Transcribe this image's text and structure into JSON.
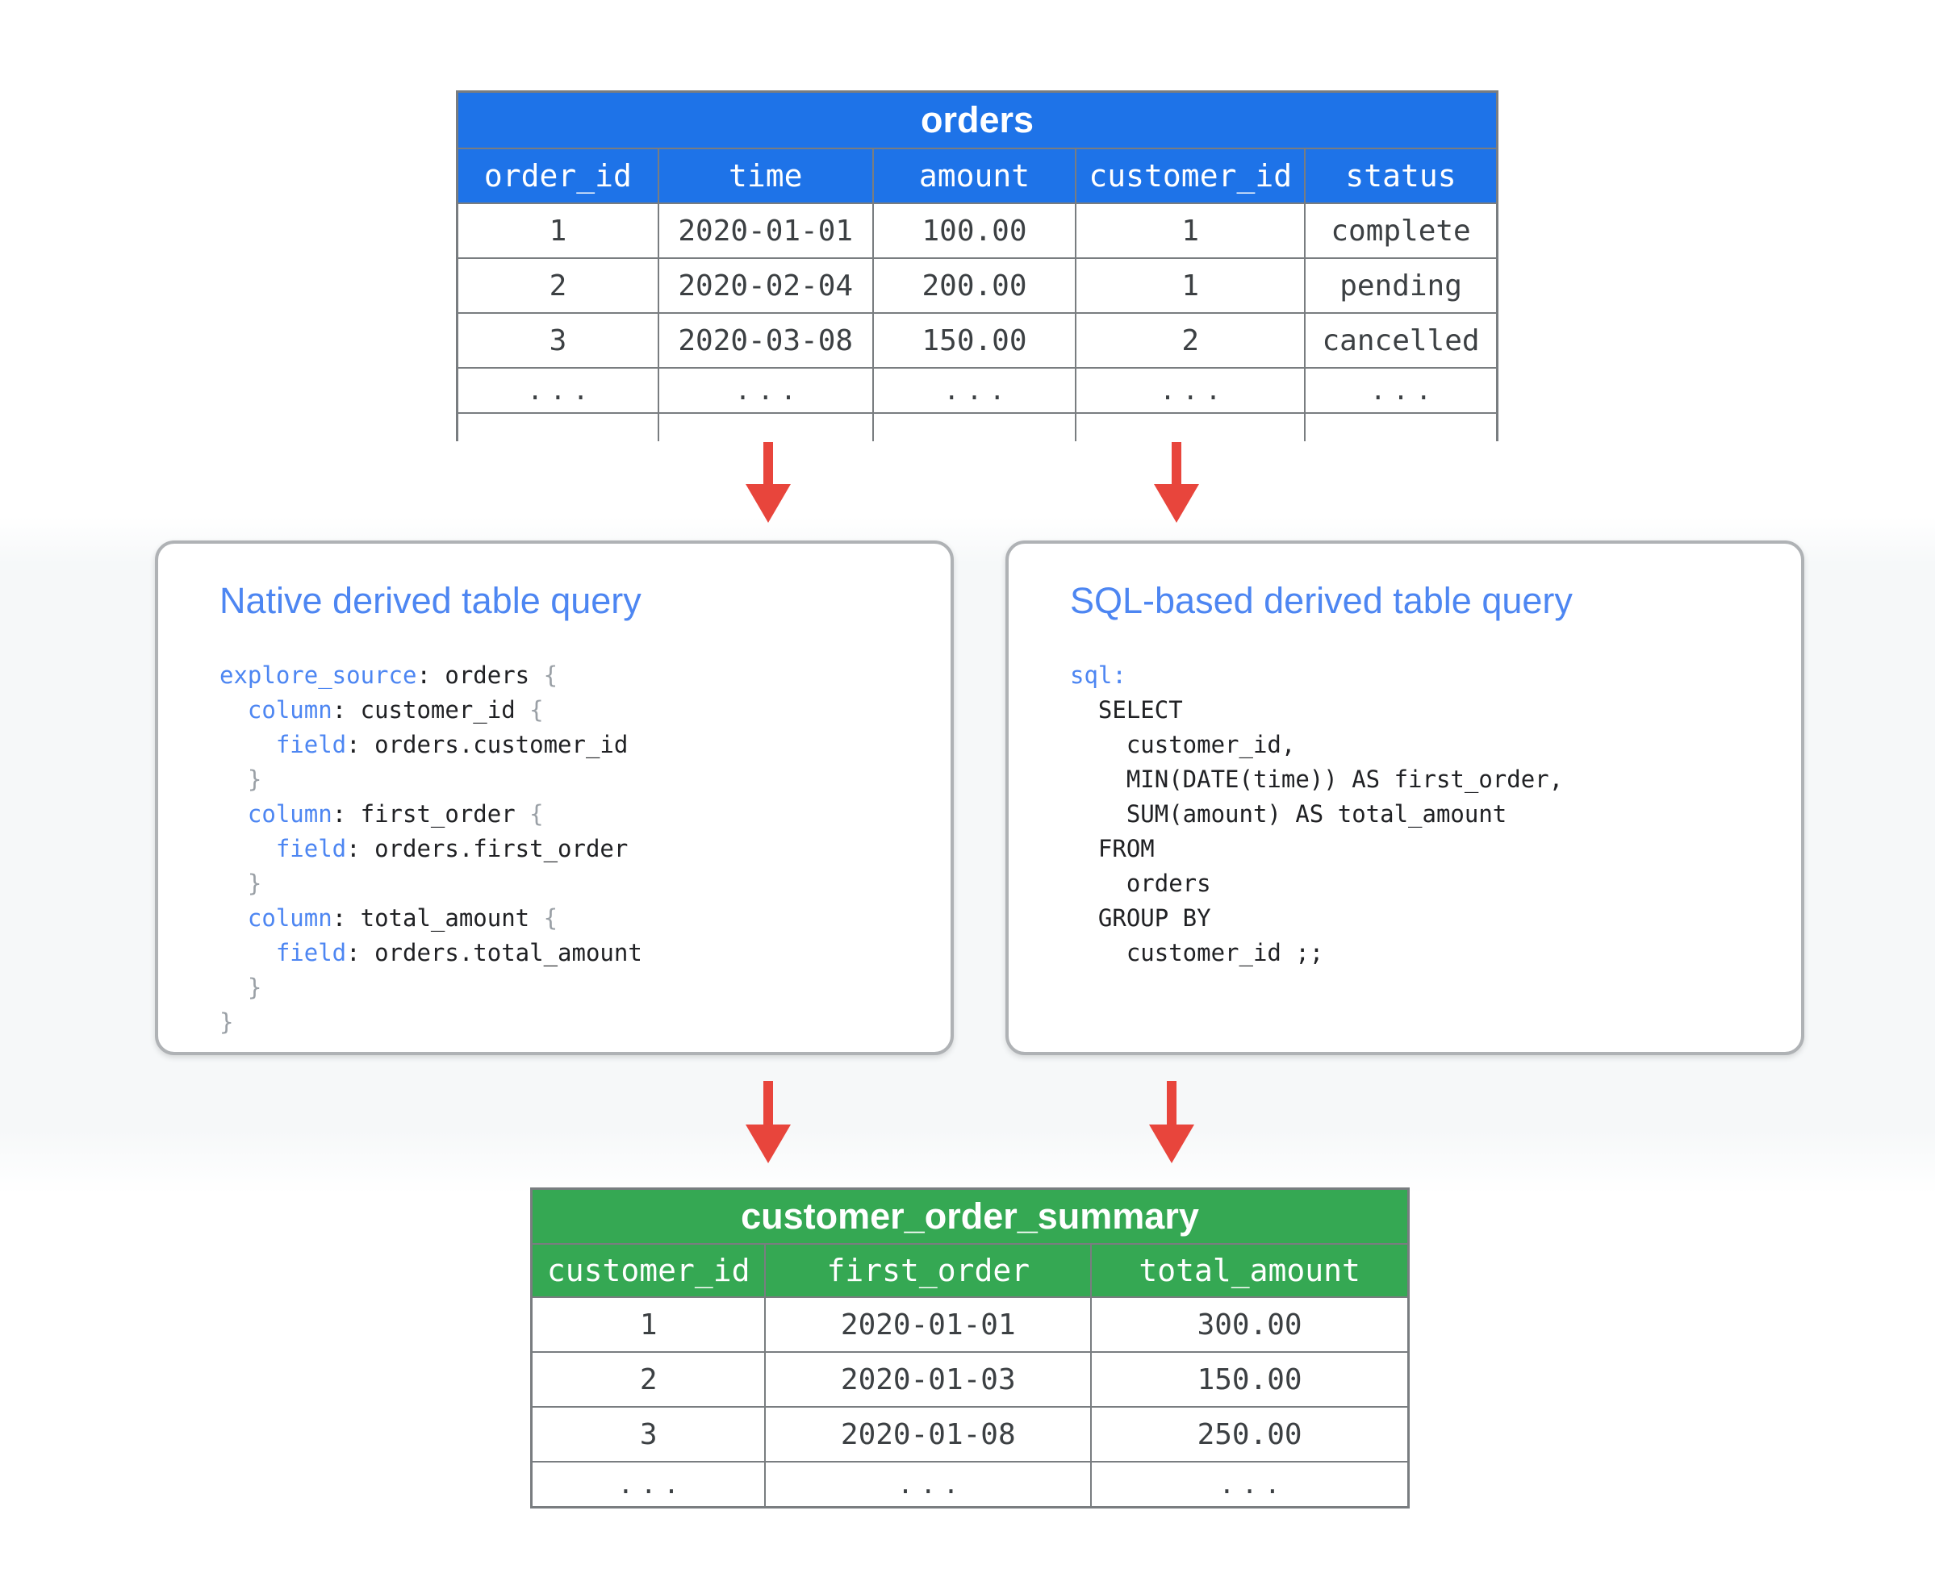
{
  "colors": {
    "blue-header": "#1E73E8",
    "green-header": "#35A853",
    "accent-blue": "#4D86F2",
    "arrow-red": "#E8453C",
    "code-text": "#202124",
    "brace-gray": "#9AA0A6",
    "cell-text": "#3C4043",
    "border-gray": "#797D80",
    "box-border": "#AFB2B5"
  },
  "orders_table": {
    "title": "orders",
    "columns": [
      "order_id",
      "time",
      "amount",
      "customer_id",
      "status"
    ],
    "rows": [
      [
        "1",
        "2020-01-01",
        "100.00",
        "1",
        "complete"
      ],
      [
        "2",
        "2020-02-04",
        "200.00",
        "1",
        "pending"
      ],
      [
        "3",
        "2020-03-08",
        "150.00",
        "2",
        "cancelled"
      ],
      [
        "...",
        "...",
        "...",
        "...",
        "..."
      ]
    ]
  },
  "native_box": {
    "title": "Native derived table query",
    "code": [
      [
        {
          "c": "kw",
          "t": "explore_source"
        },
        {
          "c": "plain",
          "t": ": orders "
        },
        {
          "c": "brace",
          "t": "{"
        }
      ],
      [
        {
          "c": "plain",
          "t": "  "
        },
        {
          "c": "kw",
          "t": "column"
        },
        {
          "c": "plain",
          "t": ": customer_id "
        },
        {
          "c": "brace",
          "t": "{"
        }
      ],
      [
        {
          "c": "plain",
          "t": "    "
        },
        {
          "c": "kw",
          "t": "field"
        },
        {
          "c": "plain",
          "t": ": orders.customer_id"
        }
      ],
      [
        {
          "c": "brace",
          "t": "  }"
        }
      ],
      [
        {
          "c": "plain",
          "t": "  "
        },
        {
          "c": "kw",
          "t": "column"
        },
        {
          "c": "plain",
          "t": ": first_order "
        },
        {
          "c": "brace",
          "t": "{"
        }
      ],
      [
        {
          "c": "plain",
          "t": "    "
        },
        {
          "c": "kw",
          "t": "field"
        },
        {
          "c": "plain",
          "t": ": orders.first_order"
        }
      ],
      [
        {
          "c": "brace",
          "t": "  }"
        }
      ],
      [
        {
          "c": "plain",
          "t": "  "
        },
        {
          "c": "kw",
          "t": "column"
        },
        {
          "c": "plain",
          "t": ": total_amount "
        },
        {
          "c": "brace",
          "t": "{"
        }
      ],
      [
        {
          "c": "plain",
          "t": "    "
        },
        {
          "c": "kw",
          "t": "field"
        },
        {
          "c": "plain",
          "t": ": orders.total_amount"
        }
      ],
      [
        {
          "c": "brace",
          "t": "  }"
        }
      ],
      [
        {
          "c": "brace",
          "t": "}"
        }
      ]
    ]
  },
  "sql_box": {
    "title": "SQL-based derived table query",
    "code": [
      [
        {
          "c": "kw",
          "t": "sql:"
        }
      ],
      [
        {
          "c": "plain",
          "t": "  SELECT"
        }
      ],
      [
        {
          "c": "plain",
          "t": "    customer_id,"
        }
      ],
      [
        {
          "c": "plain",
          "t": "    MIN(DATE(time)) AS first_order,"
        }
      ],
      [
        {
          "c": "plain",
          "t": "    SUM(amount) AS total_amount"
        }
      ],
      [
        {
          "c": "plain",
          "t": "  FROM"
        }
      ],
      [
        {
          "c": "plain",
          "t": "    orders"
        }
      ],
      [
        {
          "c": "plain",
          "t": "  GROUP BY"
        }
      ],
      [
        {
          "c": "plain",
          "t": "    customer_id ;;"
        }
      ]
    ]
  },
  "summary_table": {
    "title": "customer_order_summary",
    "columns": [
      "customer_id",
      "first_order",
      "total_amount"
    ],
    "rows": [
      [
        "1",
        "2020-01-01",
        "300.00"
      ],
      [
        "2",
        "2020-01-03",
        "150.00"
      ],
      [
        "3",
        "2020-01-08",
        "250.00"
      ],
      [
        "...",
        "...",
        "..."
      ]
    ]
  }
}
